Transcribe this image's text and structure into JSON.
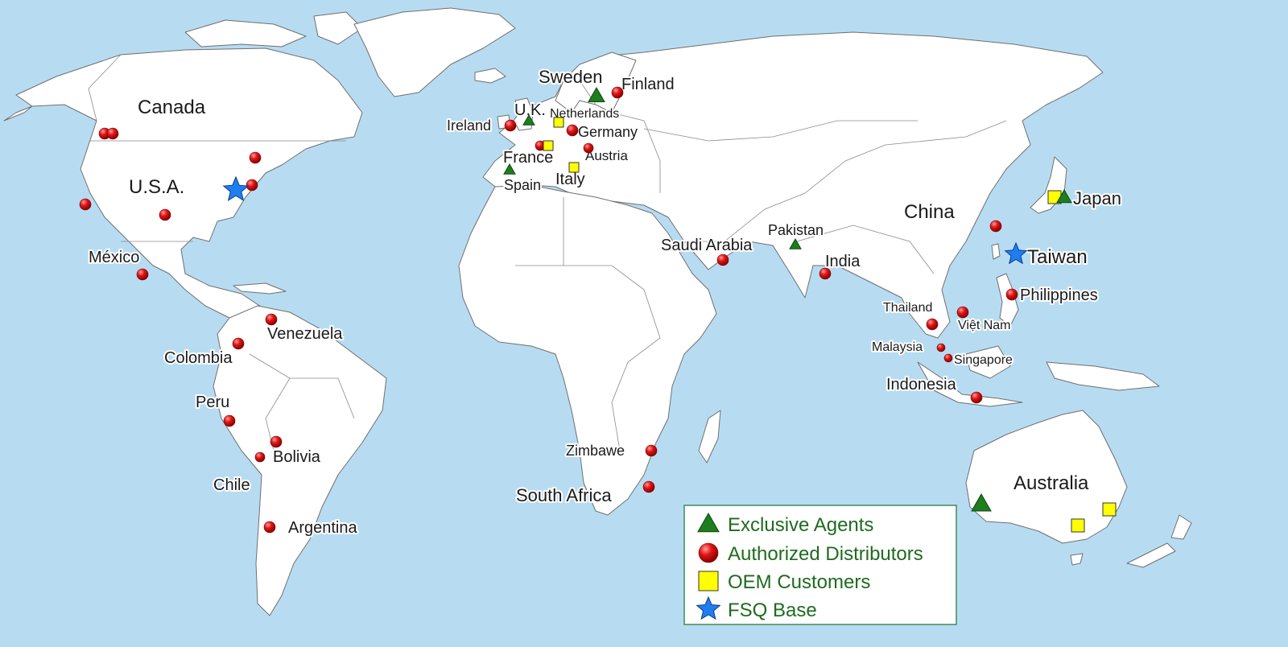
{
  "colors": {
    "ocean": "#b7dcf2",
    "land": "#ffffff",
    "agent": "#1e7d1e",
    "distributor": "#e01515",
    "oem": "#ffff00",
    "base": "#1e7ef0",
    "legend_text": "#1f6b1f"
  },
  "legend": {
    "items": [
      {
        "id": "agent",
        "label": "Exclusive Agents",
        "icon": "green-triangle"
      },
      {
        "id": "distributor",
        "label": "Authorized Distributors",
        "icon": "red-circle"
      },
      {
        "id": "oem",
        "label": "OEM Customers",
        "icon": "yellow-square"
      },
      {
        "id": "base",
        "label": "FSQ Base",
        "icon": "blue-star"
      }
    ]
  },
  "countries": [
    {
      "name": "Canada",
      "size": 24
    },
    {
      "name": "U.S.A.",
      "size": 24
    },
    {
      "name": "México",
      "size": 20
    },
    {
      "name": "Venezuela",
      "size": 20
    },
    {
      "name": "Colombia",
      "size": 20
    },
    {
      "name": "Peru",
      "size": 20
    },
    {
      "name": "Bolivia",
      "size": 20
    },
    {
      "name": "Chile",
      "size": 20
    },
    {
      "name": "Argentina",
      "size": 20
    },
    {
      "name": "Sweden",
      "size": 22
    },
    {
      "name": "Finland",
      "size": 20
    },
    {
      "name": "U.K.",
      "size": 20
    },
    {
      "name": "Netherlands",
      "size": 16
    },
    {
      "name": "Ireland",
      "size": 18
    },
    {
      "name": "Germany",
      "size": 18
    },
    {
      "name": "France",
      "size": 20
    },
    {
      "name": "Austria",
      "size": 17
    },
    {
      "name": "Spain",
      "size": 18
    },
    {
      "name": "Italy",
      "size": 20
    },
    {
      "name": "Saudi Arabia",
      "size": 20
    },
    {
      "name": "Pakistan",
      "size": 18
    },
    {
      "name": "India",
      "size": 20
    },
    {
      "name": "China",
      "size": 24
    },
    {
      "name": "Japan",
      "size": 22
    },
    {
      "name": "Taiwan",
      "size": 24
    },
    {
      "name": "Philippines",
      "size": 20
    },
    {
      "name": "Thailand",
      "size": 16
    },
    {
      "name": "Việt Nam",
      "size": 16
    },
    {
      "name": "Malaysia",
      "size": 16
    },
    {
      "name": "Singapore",
      "size": 16
    },
    {
      "name": "Indonesia",
      "size": 20
    },
    {
      "name": "Zimbawe",
      "size": 18
    },
    {
      "name": "South Africa",
      "size": 22
    },
    {
      "name": "Australia",
      "size": 24
    }
  ],
  "markers": [
    {
      "type": "distributor",
      "near": "Canada"
    },
    {
      "type": "distributor",
      "near": "Canada"
    },
    {
      "type": "distributor",
      "near": "U.S.A."
    },
    {
      "type": "distributor",
      "near": "U.S.A."
    },
    {
      "type": "distributor",
      "near": "U.S.A."
    },
    {
      "type": "distributor",
      "near": "U.S.A."
    },
    {
      "type": "base",
      "near": "U.S.A."
    },
    {
      "type": "distributor",
      "near": "México"
    },
    {
      "type": "distributor",
      "near": "Venezuela"
    },
    {
      "type": "distributor",
      "near": "Colombia"
    },
    {
      "type": "distributor",
      "near": "Peru"
    },
    {
      "type": "distributor",
      "near": "Bolivia"
    },
    {
      "type": "distributor",
      "near": "Chile"
    },
    {
      "type": "distributor",
      "near": "Argentina"
    },
    {
      "type": "agent",
      "near": "Sweden"
    },
    {
      "type": "distributor",
      "near": "Finland"
    },
    {
      "type": "agent",
      "near": "U.K."
    },
    {
      "type": "oem",
      "near": "Netherlands"
    },
    {
      "type": "distributor",
      "near": "Ireland"
    },
    {
      "type": "distributor",
      "near": "Germany"
    },
    {
      "type": "distributor",
      "near": "France"
    },
    {
      "type": "oem",
      "near": "France"
    },
    {
      "type": "distributor",
      "near": "Austria"
    },
    {
      "type": "agent",
      "near": "Spain"
    },
    {
      "type": "oem",
      "near": "Italy"
    },
    {
      "type": "distributor",
      "near": "Saudi Arabia"
    },
    {
      "type": "agent",
      "near": "Pakistan"
    },
    {
      "type": "distributor",
      "near": "India"
    },
    {
      "type": "distributor",
      "near": "China"
    },
    {
      "type": "oem",
      "near": "Japan"
    },
    {
      "type": "agent",
      "near": "Japan"
    },
    {
      "type": "base",
      "near": "Taiwan"
    },
    {
      "type": "distributor",
      "near": "Philippines"
    },
    {
      "type": "distributor",
      "near": "Thailand"
    },
    {
      "type": "distributor",
      "near": "Việt Nam"
    },
    {
      "type": "distributor",
      "near": "Malaysia"
    },
    {
      "type": "distributor",
      "near": "Singapore"
    },
    {
      "type": "distributor",
      "near": "Indonesia"
    },
    {
      "type": "distributor",
      "near": "Zimbawe"
    },
    {
      "type": "distributor",
      "near": "South Africa"
    },
    {
      "type": "agent",
      "near": "Australia"
    },
    {
      "type": "oem",
      "near": "Australia"
    },
    {
      "type": "oem",
      "near": "Australia"
    }
  ]
}
